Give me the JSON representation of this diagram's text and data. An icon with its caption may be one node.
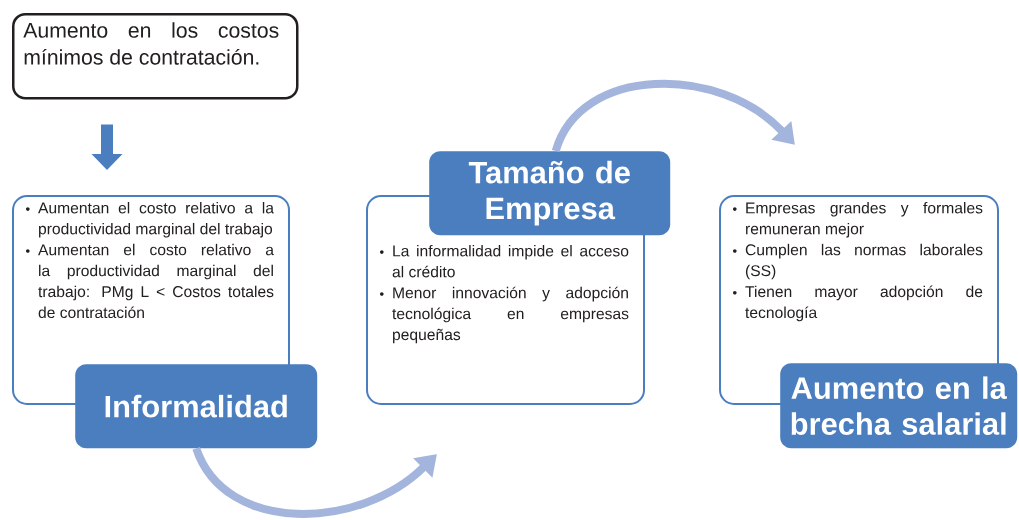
{
  "diagram": {
    "nodes": [
      {
        "text": [
          "Aumento en los costos mínimos de contratación."
        ]
      },
      {
        "text": [
          "Aumentan el costo relativo a la productividad marginal del trabajo",
          "Aumentan el costo relativo a la productividad marginal del trabajo: PMg L < Costos totales de contratación"
        ]
      },
      {
        "text": [
          "Informalidad"
        ]
      },
      {
        "text": [
          "La informalidad impide el acceso al crédito",
          "Menor innovación y adopción tecnológica en empresas pequeñas"
        ]
      },
      {
        "text": [
          "Tamaño de Empresa"
        ]
      },
      {
        "text": [
          "Empresas grandes y formales remuneran mejor",
          "Cumplen las normas laborales (SS)",
          "Tienen mayor adopción de tecnología"
        ]
      },
      {
        "text": [
          "Aumento en la brecha salarial"
        ]
      }
    ],
    "edges": [
      {
        "from": 0,
        "to": 1,
        "arrow": "to",
        "color": "#4a7ebf"
      },
      {
        "from": 2,
        "to": 3,
        "arrow": "to",
        "color": "#a3b5dc"
      },
      {
        "from": 4,
        "to": 5,
        "arrow": "to",
        "color": "#a3b5dc"
      }
    ]
  }
}
